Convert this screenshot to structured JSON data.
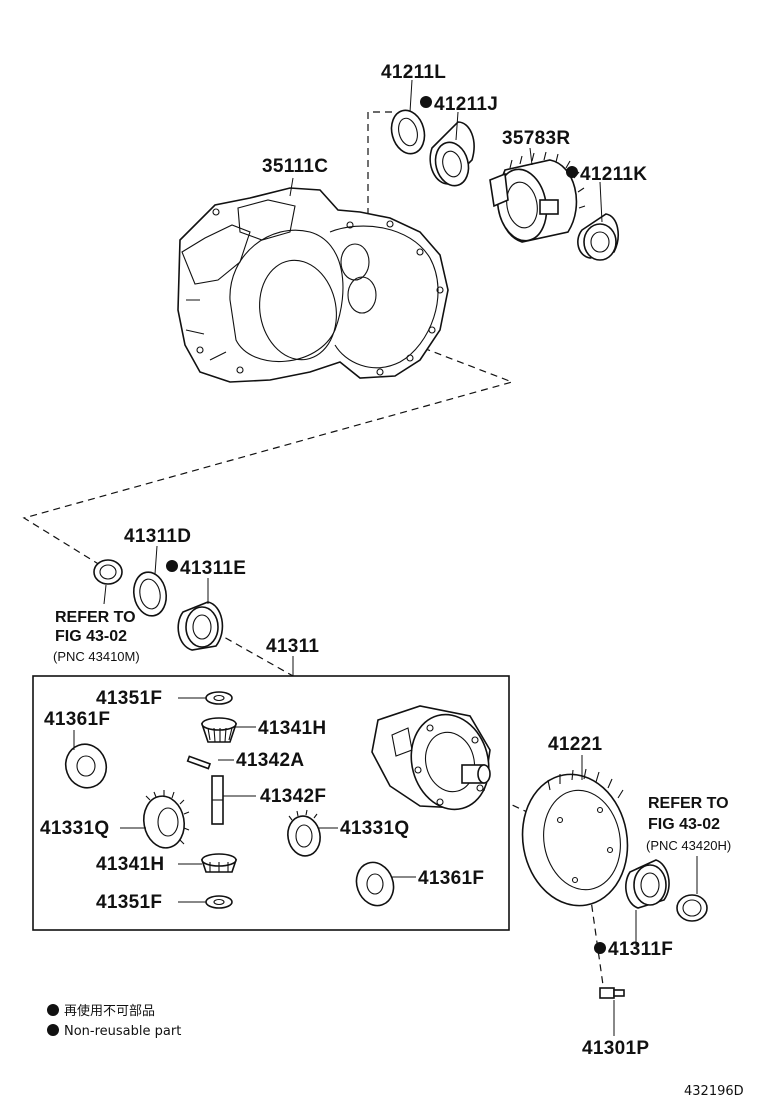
{
  "diagram": {
    "parts": {
      "p41211L": "41211L",
      "p41211J": "41211J",
      "p35783R": "35783R",
      "p41211K": "41211K",
      "p35111C": "35111C",
      "p41311D": "41311D",
      "p41311E": "41311E",
      "p41311": "41311",
      "p41351F_top": "41351F",
      "p41341H_top": "41341H",
      "p41361F_left": "41361F",
      "p41342A": "41342A",
      "p41342F": "41342F",
      "p41331Q_left": "41331Q",
      "p41331Q_right": "41331Q",
      "p41341H_bottom": "41341H",
      "p41351F_bottom": "41351F",
      "p41361F_right": "41361F",
      "p41221": "41221",
      "p41311F": "41311F",
      "p41301P": "41301P"
    },
    "refer_left": {
      "line1": "REFER TO",
      "line2": "FIG 43-02",
      "line3": "(PNC 43410M)"
    },
    "refer_right": {
      "line1": "REFER TO",
      "line2": "FIG 43-02",
      "line3": "(PNC 43420H)"
    },
    "legend": {
      "japanese": "再使用不可部品",
      "english": "Non-reusable part"
    },
    "figure_id": "432196D"
  }
}
